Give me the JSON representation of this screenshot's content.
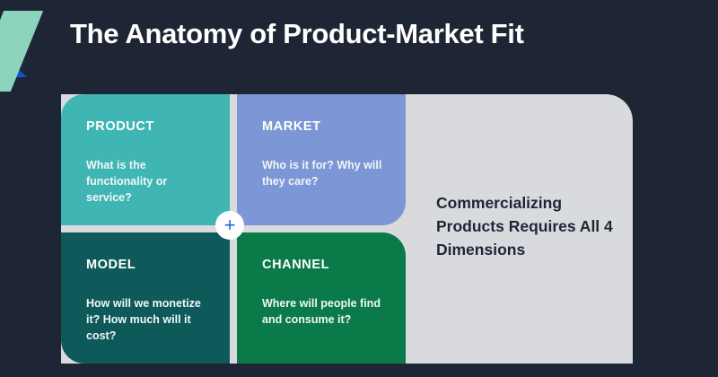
{
  "colors": {
    "background": "#1e2635",
    "panel": "#d8dade",
    "product": "#3fb6b4",
    "market": "#7d96d5",
    "model": "#0e5a5b",
    "channel": "#0a7a48",
    "title_text": "#ffffff",
    "conclusion_text": "#1e2635",
    "logo_green": "#8ed3bc",
    "logo_blue": "#1351cf",
    "plus_blue": "#2a63d8"
  },
  "logo": {
    "shape_icon": "parallelogram-logo-icon",
    "accent_icon": "triangle-accent-icon"
  },
  "header": {
    "title": "The Anatomy of Product-Market Fit"
  },
  "matrix": {
    "center_badge": {
      "icon": "plus-icon",
      "glyph": "+"
    },
    "quadrants": [
      {
        "key": "product",
        "title": "PRODUCT",
        "description": "What is the functionality or service?"
      },
      {
        "key": "market",
        "title": "MARKET",
        "description": "Who is it for? Why will they care?"
      },
      {
        "key": "model",
        "title": "MODEL",
        "description": "How will we monetize it? How much will it cost?"
      },
      {
        "key": "channel",
        "title": "CHANNEL",
        "description": "Where will people find and consume it?"
      }
    ]
  },
  "conclusion": {
    "text": "Commercializing Products Requires All 4 Dimensions"
  }
}
